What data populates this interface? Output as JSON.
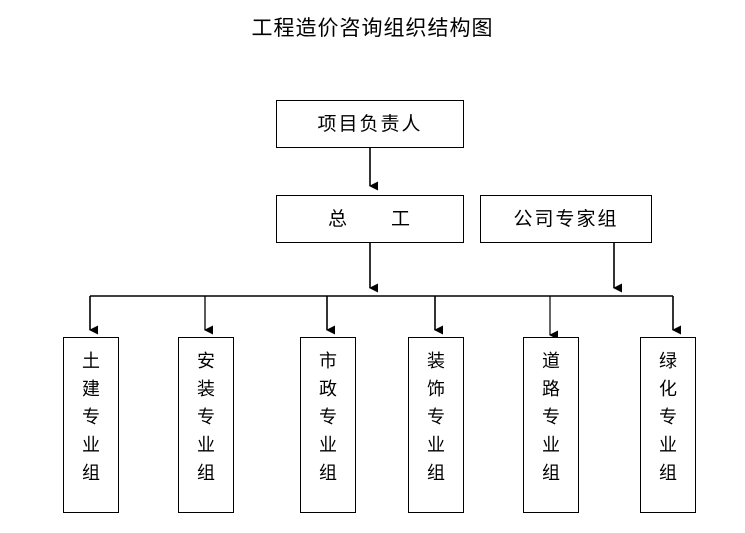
{
  "title": "工程造价咨询组织结构图",
  "diagram": {
    "type": "organizational-chart",
    "orientation": "top-down",
    "line_color": "#000000",
    "box_border_color": "#000000",
    "box_fill_color": "#ffffff",
    "text_color": "#000000",
    "levels": [
      {
        "level": 1,
        "nodes": [
          {
            "id": "project-manager",
            "label": "项目负责人",
            "text_layout": "horizontal"
          }
        ]
      },
      {
        "level": 2,
        "nodes": [
          {
            "id": "chief-engineer",
            "label": "总　　工",
            "text_layout": "horizontal"
          },
          {
            "id": "company-expert-group",
            "label": "公司专家组",
            "text_layout": "horizontal"
          }
        ]
      },
      {
        "level": 3,
        "nodes": [
          {
            "id": "civil-group",
            "label": "土建专业组",
            "text_layout": "vertical",
            "chars": [
              "土",
              "建",
              "专",
              "业",
              "组"
            ]
          },
          {
            "id": "installation-group",
            "label": "安装专业组",
            "text_layout": "vertical",
            "chars": [
              "安",
              "装",
              "专",
              "业",
              "组"
            ]
          },
          {
            "id": "municipal-group",
            "label": "市政专业组",
            "text_layout": "vertical",
            "chars": [
              "市",
              "政",
              "专",
              "业",
              "组"
            ]
          },
          {
            "id": "decoration-group",
            "label": "装饰专业组",
            "text_layout": "vertical",
            "chars": [
              "装",
              "饰",
              "专",
              "业",
              "组"
            ]
          },
          {
            "id": "road-group",
            "label": "道路专业组",
            "text_layout": "vertical",
            "chars": [
              "道",
              "路",
              "专",
              "业",
              "组"
            ]
          },
          {
            "id": "landscape-group",
            "label": "绿化专业组",
            "text_layout": "vertical",
            "chars": [
              "绿",
              "化",
              "专",
              "业",
              "组"
            ]
          }
        ]
      }
    ],
    "connections": [
      {
        "from": "project-manager",
        "to": "chief-engineer",
        "style": "arrow-down"
      },
      {
        "from": "chief-engineer",
        "to": "distribution-bus",
        "style": "arrow-down"
      },
      {
        "from": "company-expert-group",
        "to": "distribution-bus",
        "style": "arrow-down"
      },
      {
        "from": "distribution-bus",
        "to": "civil-group",
        "style": "arrow-down"
      },
      {
        "from": "distribution-bus",
        "to": "installation-group",
        "style": "arrow-down"
      },
      {
        "from": "distribution-bus",
        "to": "municipal-group",
        "style": "arrow-down"
      },
      {
        "from": "distribution-bus",
        "to": "decoration-group",
        "style": "arrow-down"
      },
      {
        "from": "distribution-bus",
        "to": "road-group",
        "style": "arrow-down"
      },
      {
        "from": "distribution-bus",
        "to": "landscape-group",
        "style": "arrow-down"
      }
    ]
  }
}
